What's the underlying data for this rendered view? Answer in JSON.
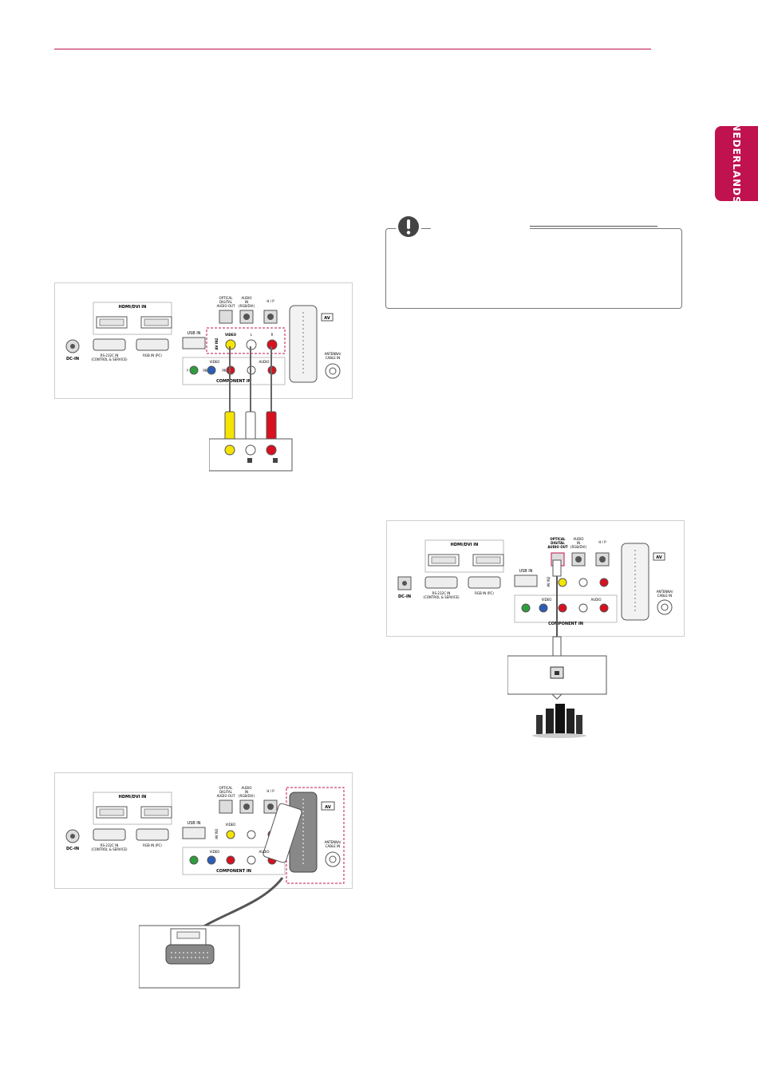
{
  "side_tab": {
    "label": "NEDERLANDS"
  },
  "colors": {
    "accent": "#c0124f",
    "video": "#f5e400",
    "audio_r": "#d8101f",
    "audio_l": "#ffffff",
    "y": "#2e9e3c",
    "pb": "#2c5eb8",
    "pr": "#d8101f"
  },
  "icons": {
    "note": "exclamation-icon"
  },
  "panel": {
    "hdmi": "HDMI/DVI IN",
    "optical": [
      "OPTICAL",
      "DIGITAL",
      "AUDIO OUT"
    ],
    "audio_in": [
      "AUDIO",
      "IN",
      "(RGB/DVI)"
    ],
    "hp": "H / P",
    "usb": "USB IN",
    "av2": "AV IN2",
    "video": "VIDEO",
    "dc": "DC-IN",
    "rs232": [
      "RS-232C IN",
      "(CONTROL & SERVICE)"
    ],
    "rgb": "RGB IN (PC)",
    "component_video": "VIDEO",
    "component_audio": "AUDIO",
    "component": "COMPONENT IN",
    "y": "Y",
    "pb": "PB",
    "pr": "PR",
    "l": "L",
    "r": "R",
    "av": "AV",
    "antenna": [
      "ANTENNA/",
      "CABLE IN"
    ]
  }
}
